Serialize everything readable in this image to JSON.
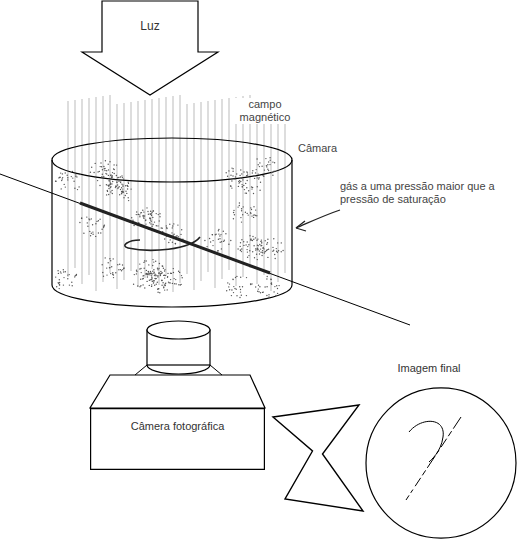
{
  "diagram": {
    "nodes": [
      {
        "text": [
          "Luz"
        ]
      },
      {
        "text": [
          "Câmera fotográfica"
        ]
      },
      {
        "text": [
          "Imagem final"
        ]
      }
    ],
    "edges": [
      {
        "from": 1,
        "to": 2,
        "arrow": "to"
      }
    ],
    "labels": [
      "campo magnético",
      "Câmara",
      "gás a uma pressão maior que a pressão de saturação"
    ]
  }
}
